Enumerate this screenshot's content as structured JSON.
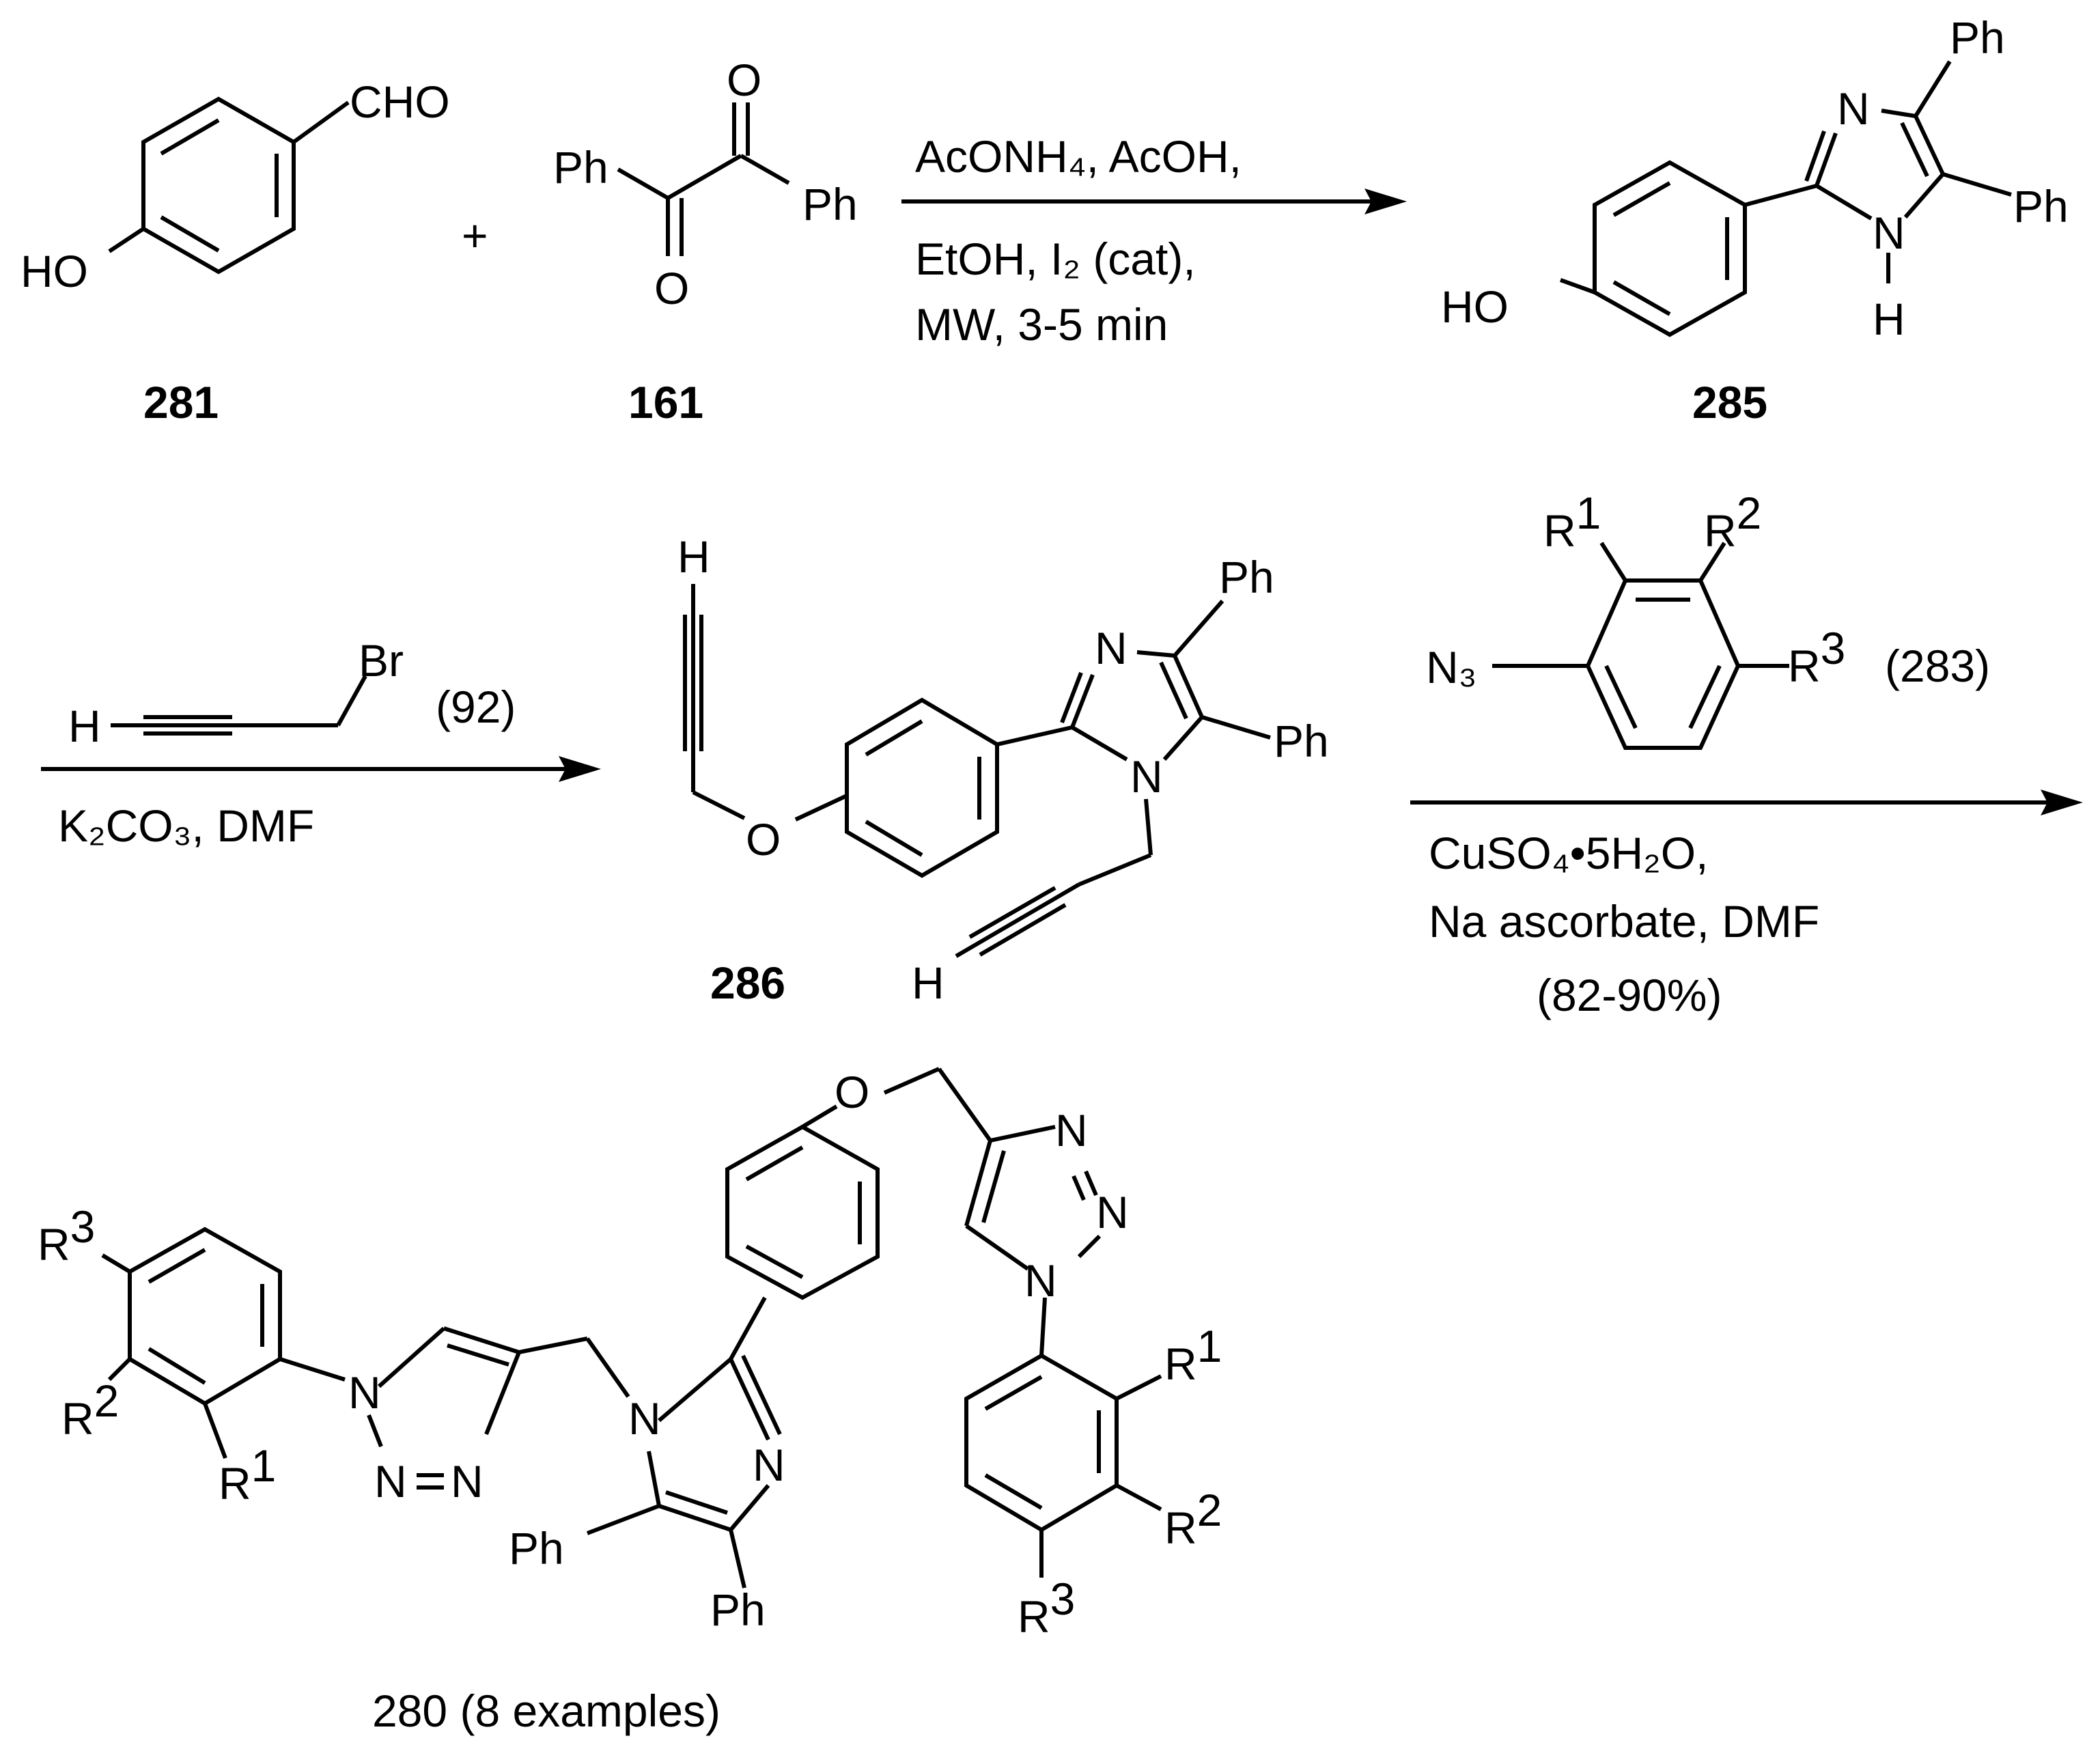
{
  "compounds": {
    "c281": {
      "id": "281",
      "cho": "CHO",
      "ho": "HO"
    },
    "c161": {
      "id": "161",
      "ph1": "Ph",
      "ph2": "Ph",
      "o1": "O",
      "o2": "O"
    },
    "c285": {
      "id": "285",
      "n": "N",
      "nh_n": "N",
      "nh_h": "H",
      "ph1": "Ph",
      "ph2": "Ph",
      "ho": "HO"
    },
    "c286": {
      "id": "286",
      "h_top": "H",
      "o": "O",
      "n_imine": "N",
      "n_alkyl": "N",
      "ph1": "Ph",
      "ph2": "Ph",
      "h_bottom": "H"
    },
    "c280": {
      "id": "280",
      "note": "(8 examples)"
    }
  },
  "plus_sign": "+",
  "step1": {
    "line1": "AcONH₄, AcOH,",
    "line2": "EtOH, I₂ (cat),",
    "line3": "MW, 3-5 min"
  },
  "step2": {
    "reagent_h": "H",
    "reagent_br": "Br",
    "reagent_id": "92",
    "conditions": "K₂CO₃, DMF"
  },
  "step3": {
    "reagent_id": "283",
    "r1": "R1",
    "r2": "R2",
    "r3": "R3",
    "azide": "N₃",
    "conditions_line1": "CuSO₄•5H₂O,",
    "conditions_line2": "Na ascorbate, DMF",
    "yield": "(82-90%)"
  },
  "product_labels": {
    "r3_left": "R3",
    "r2_left": "R2",
    "r1_left": "R1",
    "n1_left": "N",
    "n2_left": "N",
    "n3_left": "N",
    "o": "O",
    "n1_right": "N",
    "n2_right": "N",
    "n3_right": "N",
    "imid_n_alkyl": "N",
    "imid_n": "N",
    "ph1": "Ph",
    "ph2": "Ph",
    "r1_right": "R1",
    "r2_right": "R2",
    "r3_right": "R3"
  }
}
